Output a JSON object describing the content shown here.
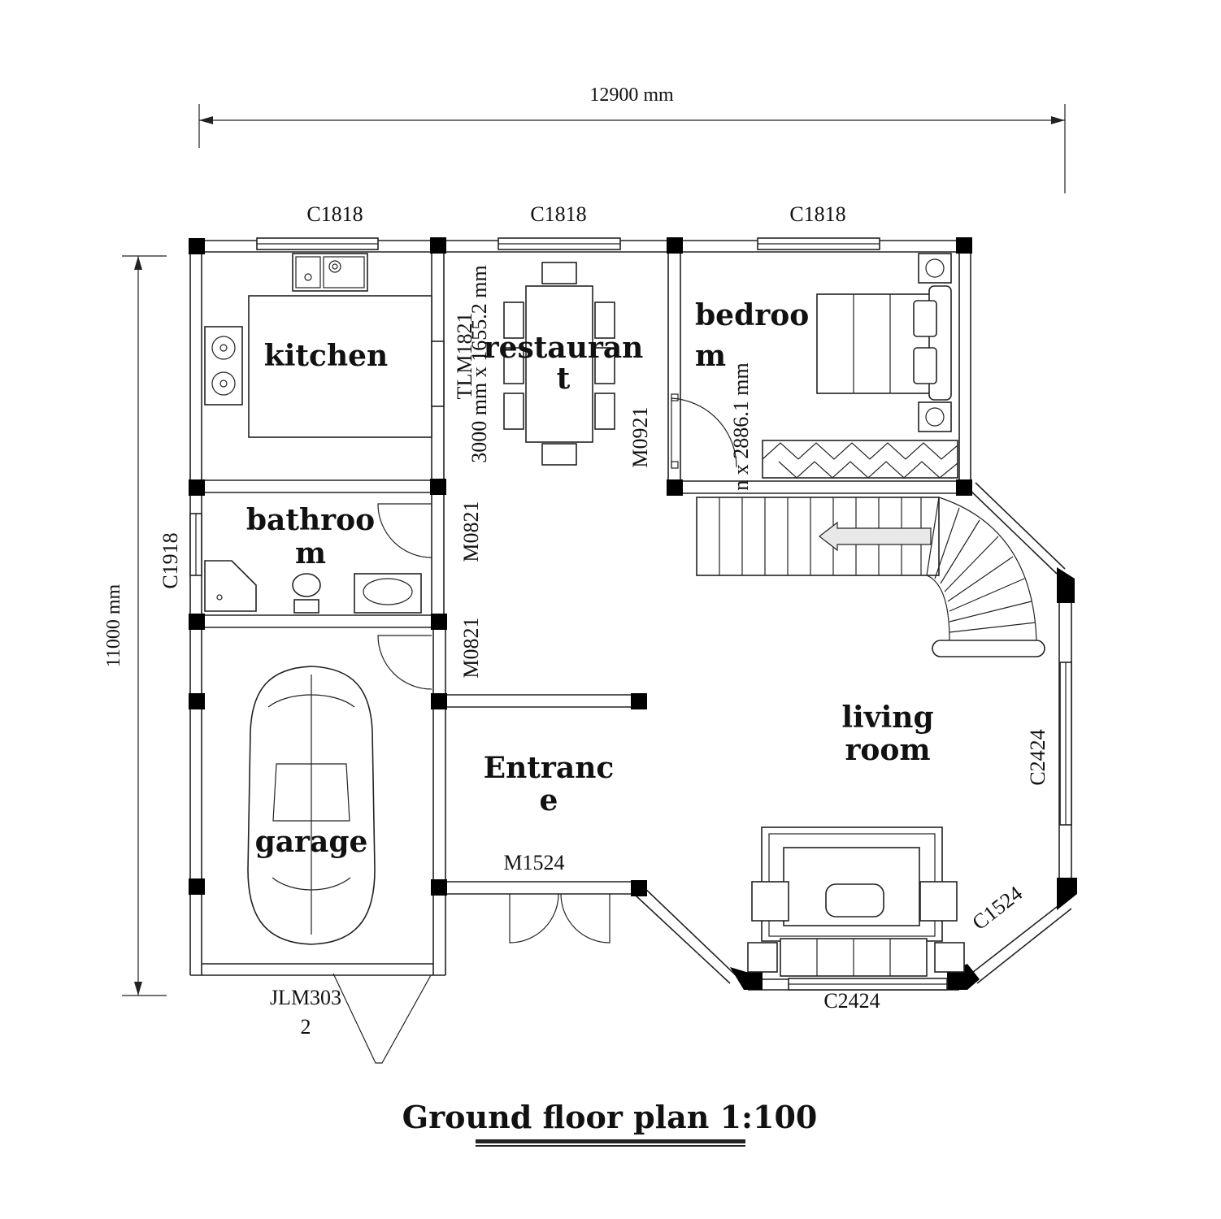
{
  "title": "Ground floor plan 1:100",
  "dimensions": {
    "width": "12900 mm",
    "height": "11000 mm",
    "stair_dim_1": "3000 mm x 1655.2 mm",
    "stair_dim_2": "n x 2886.1 mm"
  },
  "rooms": {
    "kitchen": "kitchen",
    "restaurant_1": "restauran",
    "restaurant_2": "t",
    "bedroom_1": "bedroo",
    "bedroom_2": "m",
    "bathroom_1": "bathroo",
    "bathroom_2": "m",
    "garage": "garage",
    "entrance_1": "Entranc",
    "entrance_2": "e",
    "living_1": "living",
    "living_2": "room"
  },
  "openings": {
    "window_top_left": "C1818",
    "window_top_mid": "C1818",
    "window_top_right": "C1818",
    "window_bathroom": "C1918",
    "window_right": "C2424",
    "window_bottom": "C2424",
    "window_corner": "C1524",
    "door_restaurant": "TLM1821",
    "door_bedroom": "M0921",
    "door_bathroom": "M0821",
    "door_garage": "M0821",
    "door_entrance": "M1524",
    "door_garage_main_1": "JLM303",
    "door_garage_main_2": "2"
  }
}
